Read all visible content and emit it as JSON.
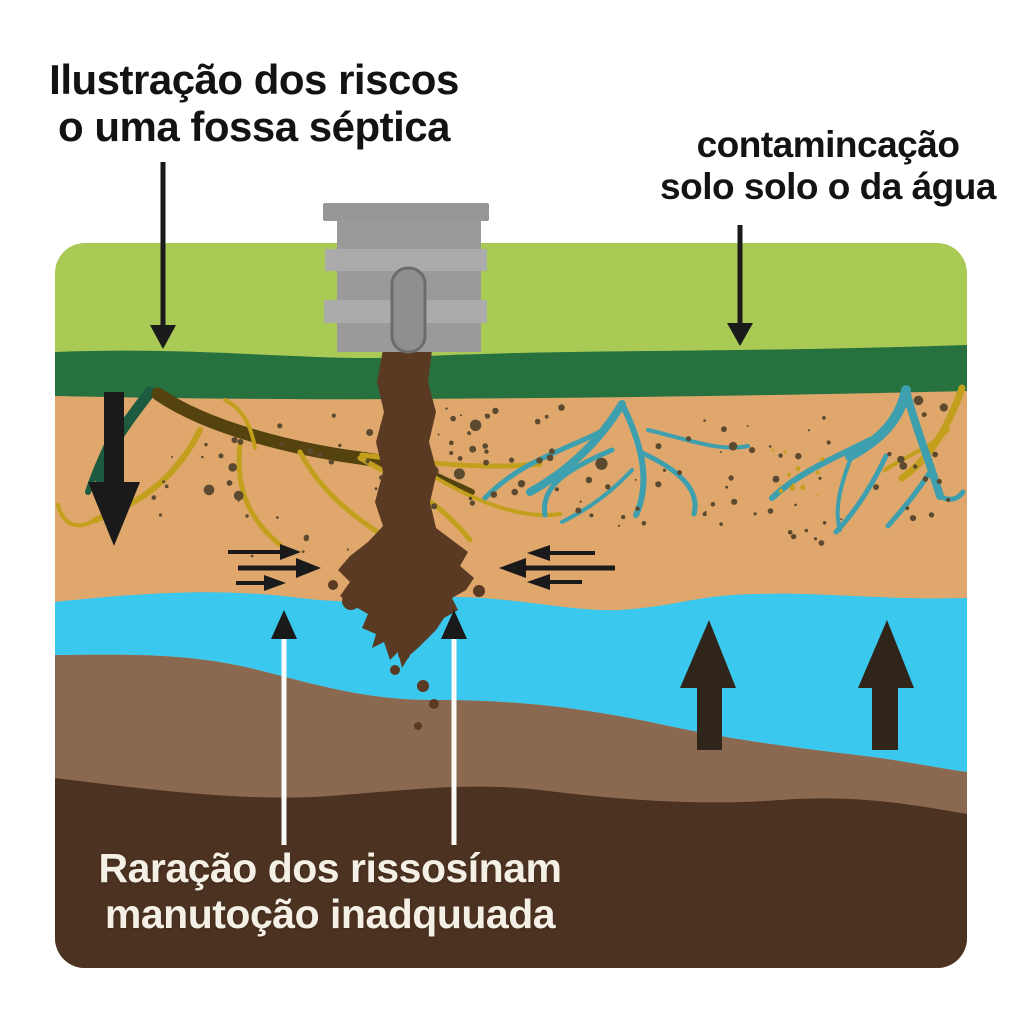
{
  "title": {
    "line1": "Ilustração dos riscos",
    "line2": "o uma fossa séptica"
  },
  "label_top_right": {
    "line1": "contamincação",
    "line2": "solo solo o da água"
  },
  "caption_bottom": {
    "line1": "Raração dos rissosínam",
    "line2": "manutoção inadquuada"
  },
  "colors": {
    "sky": "#A9CA55",
    "grass": "#27713F",
    "soil": "#DFA76C",
    "water": "#3BC8EE",
    "midsoil": "#8A6950",
    "deepsoil": "#4C3221",
    "plume": "#5A3A23",
    "tankBody": "#9A9A9A",
    "tankBand": "#ABABAB",
    "tankCap": "#979797",
    "pillFill": "#8F8F8F",
    "pillStroke": "#6C6C6C",
    "arrowBlack": "#1A1A1A",
    "arrowDark": "#30251A",
    "stemWhite": "#FAFAF8",
    "rootTeal": "#3E9FAE",
    "rootYellow": "#C2A01D",
    "rootOlive": "#55430F",
    "rootDarkTeal": "#1D5B40",
    "textDark": "#131313",
    "textLight": "#F4F0E6",
    "speckSoil": "#5C4A30",
    "speckWater": "#1F5F6E",
    "speckYellow": "#C2A01D"
  }
}
